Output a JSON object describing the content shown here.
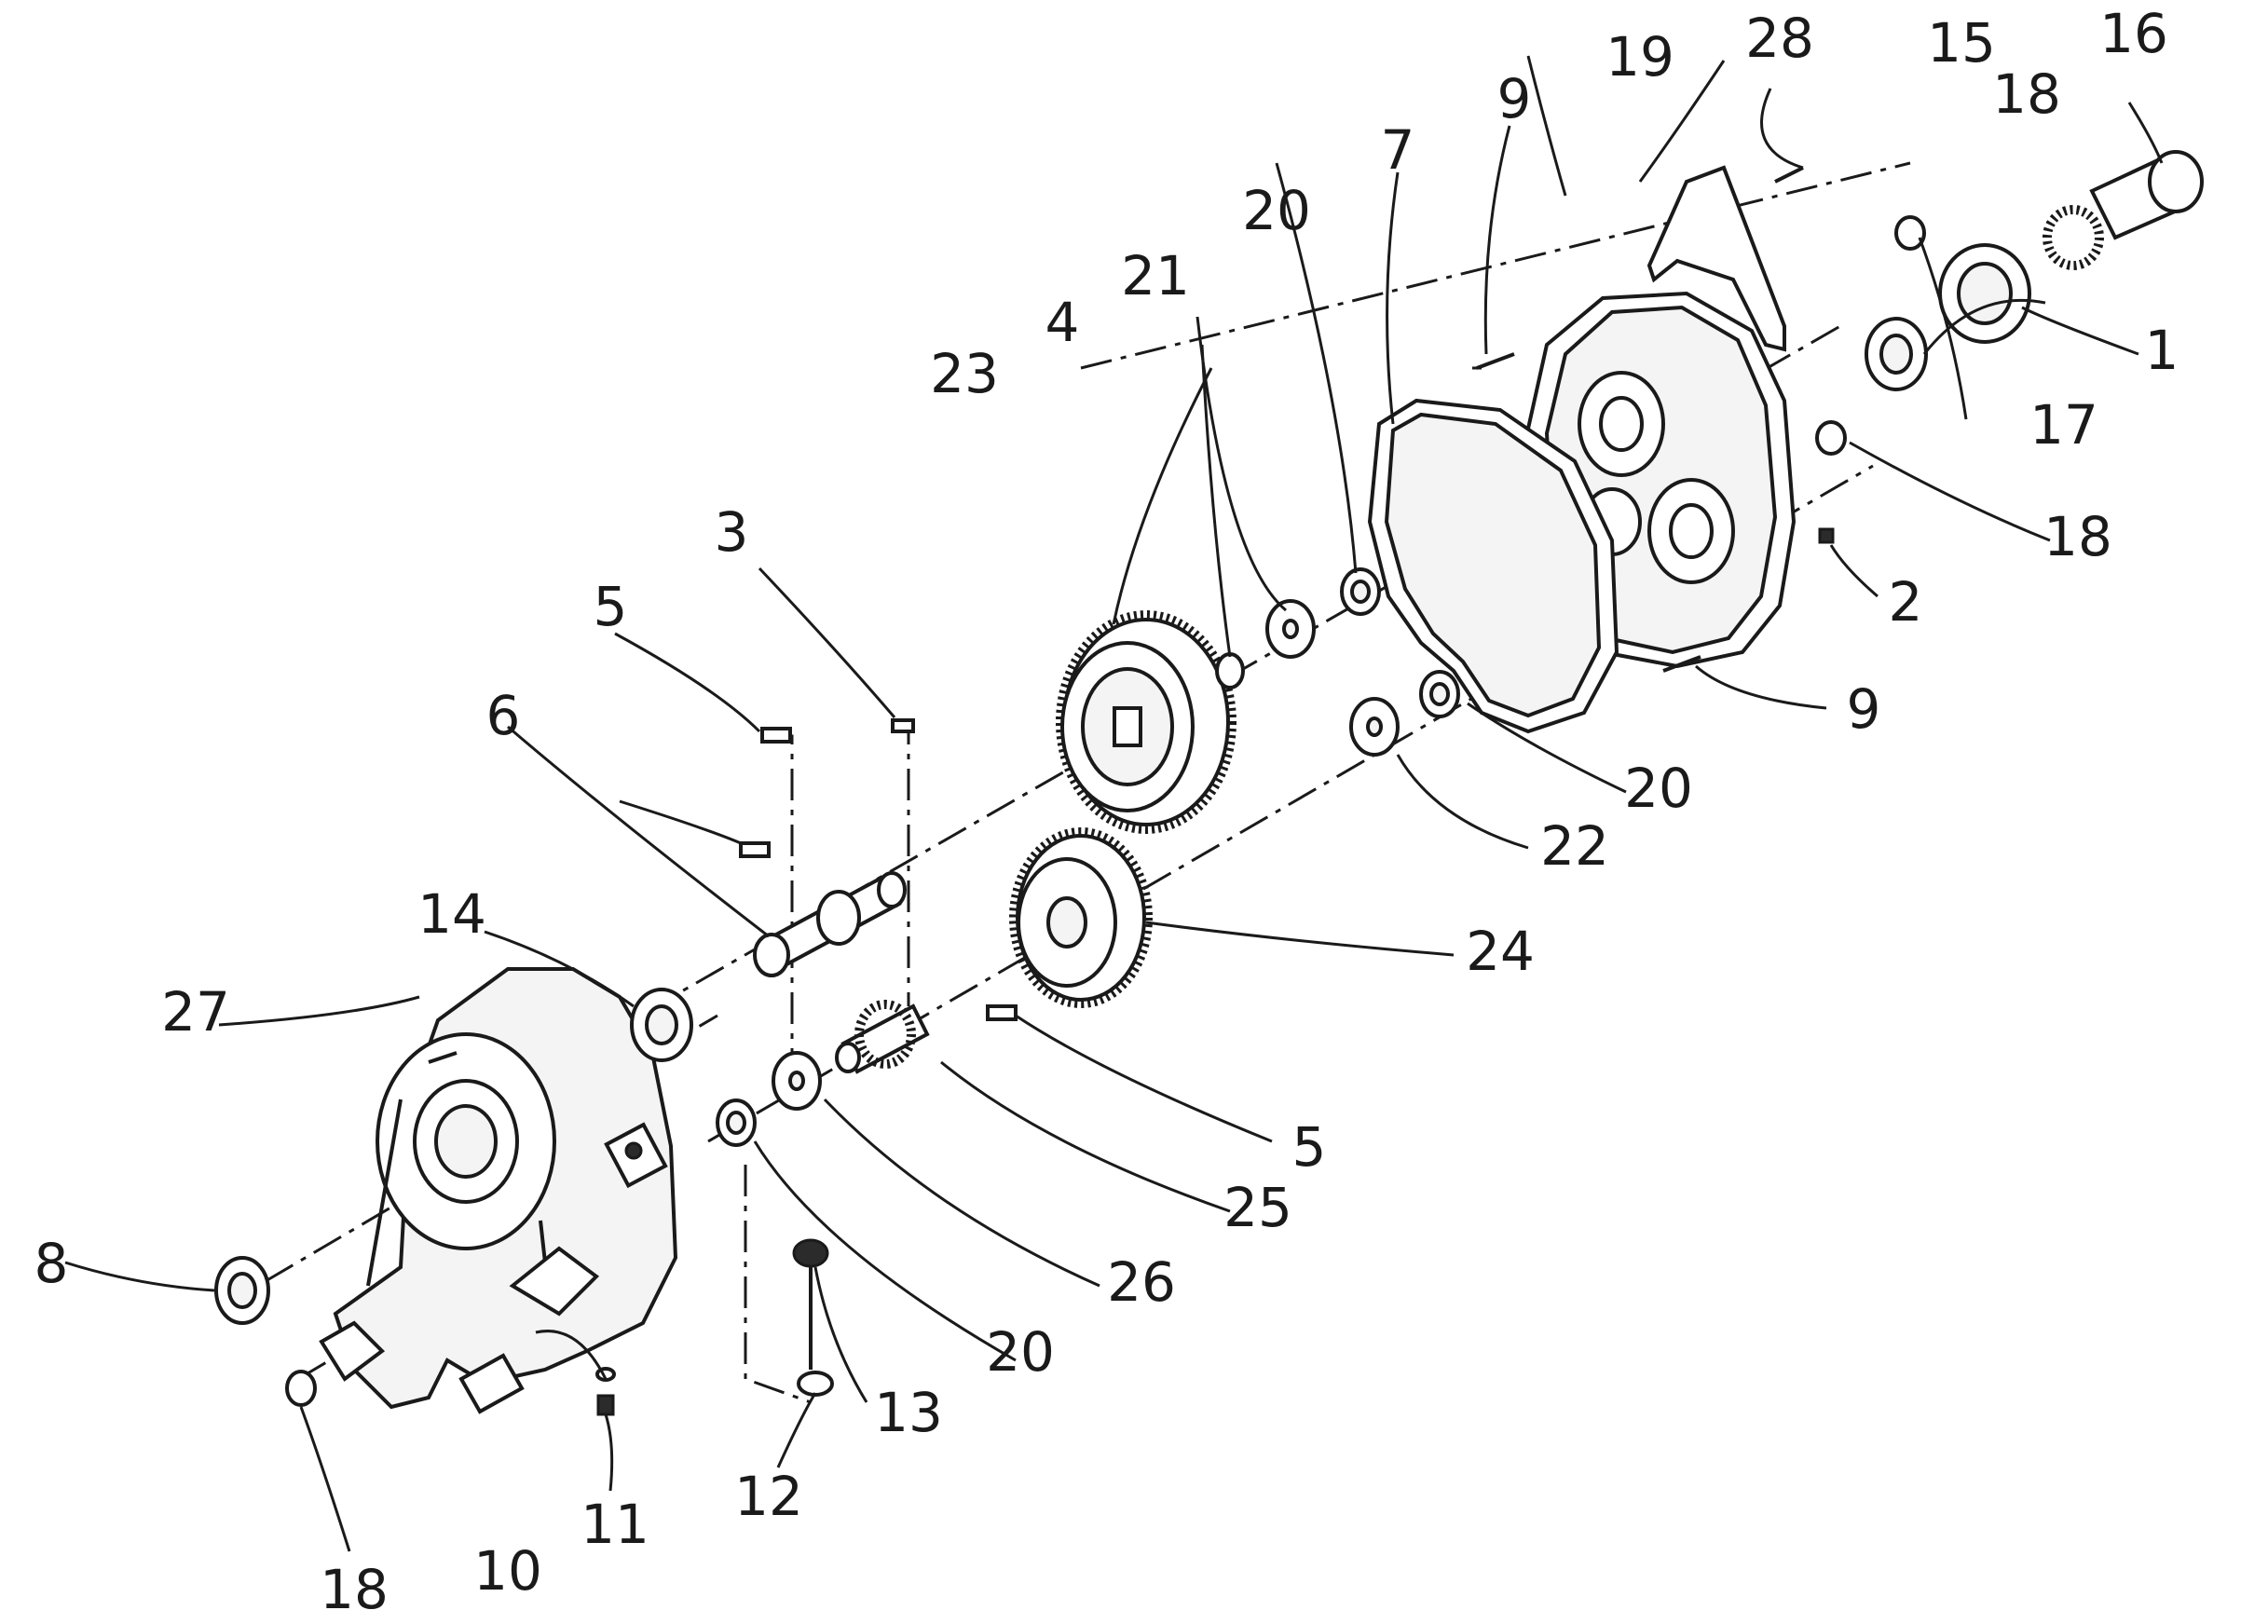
{
  "diagram": {
    "labels": [
      "1",
      "2",
      "3",
      "4",
      "5",
      "6",
      "7",
      "8",
      "9",
      "10",
      "11",
      "12",
      "13",
      "14",
      "15",
      "16",
      "17",
      "18",
      "19",
      "20",
      "21",
      "22",
      "23",
      "24",
      "25",
      "26",
      "27",
      "28"
    ]
  },
  "colors": {
    "ink": "#1a1a1a",
    "paper": "#ffffff"
  }
}
